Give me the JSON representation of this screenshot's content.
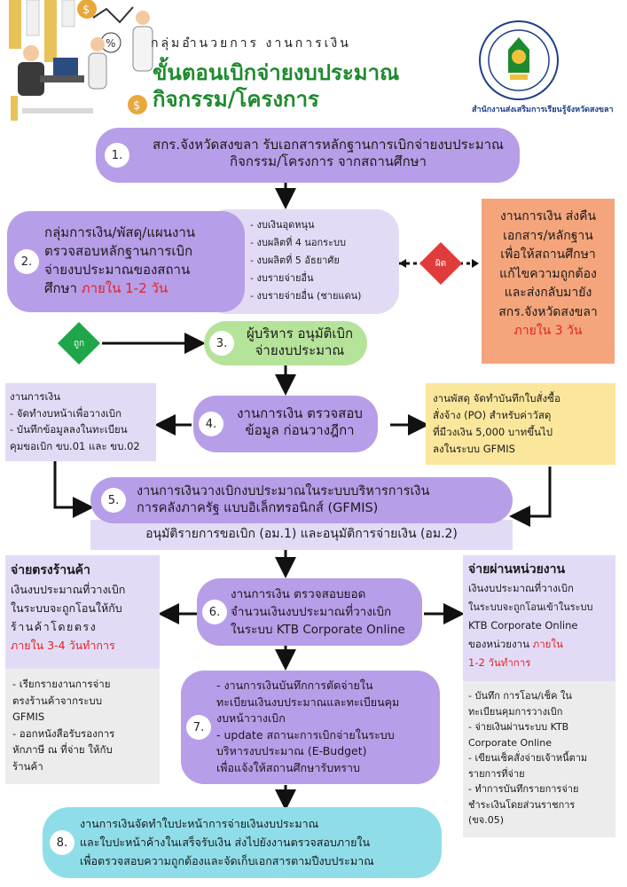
{
  "header": {
    "subtitle": "กลุ่มอำนวยการ งานการเงิน",
    "title_line1": "ขั้นตอนเบิกจ่ายงบประมาณ",
    "title_line2": "กิจกรรม/โครงการ",
    "org_name": "สำนักงานส่งเสริมการเรียนรู้จังหวัดสงขลา",
    "accent_color": "#1e8a2e"
  },
  "steps": {
    "s1": {
      "num": "1.",
      "line1": "สกร.จังหวัดสงขลา รับเอกสารหลักฐานการเบิกจ่ายงบประมาณ",
      "line2": "กิจกรรม/โครงการ จากสถานศึกษา"
    },
    "s2": {
      "num": "2.",
      "line1": "กลุ่มการเงิน/พัสดุ/แผนงาน",
      "line2": "ตรวจสอบหลักฐานการเบิก",
      "line3": "จ่ายงบประมาณของสถาน",
      "line4_a": "ศึกษา ",
      "line4_red": "ภายใน 1-2 วัน",
      "budgets": [
        "- งบเงินอุดหนุน",
        "- งบผลิตที่ 4 นอกระบบ",
        "- งบผลิตที่ 5 อัธยาศัย",
        "- งบรายจ่ายอื่น",
        "- งบรายจ่ายอื่น (ชายแดน)"
      ]
    },
    "wrong": {
      "label": "ผิด",
      "line1": "งานการเงิน ส่งคืน",
      "line2": "เอกสาร/หลักฐาน",
      "line3": "เพื่อให้สถานศึกษา",
      "line4": "แก้ไขความถูกต้อง",
      "line5": "และส่งกลับมายัง",
      "line6": "สกร.จังหวัดสงขลา",
      "line7_red": "ภายใน 3 วัน"
    },
    "right": {
      "label": "ถูก"
    },
    "s3": {
      "num": "3.",
      "line1": "ผู้บริหาร อนุมัติเบิก",
      "line2": "จ่ายงบประมาณ"
    },
    "s4": {
      "num": "4.",
      "line1": "งานการเงิน ตรวจสอบ",
      "line2": "ข้อมูล ก่อนวางฎีกา",
      "left": [
        "งานการเงิน",
        "- จัดทำงบหน้าเพื่อวางเบิก",
        "- บันทึกข้อมูลลงในทะเบียน",
        "คุมขอเบิก ขบ.01 และ ขบ.02"
      ],
      "right": [
        "งานพัสดุ จัดทำบันทึกใบสั่งซื้อ",
        "สั่งจ้าง (PO) สำหรับค่าวัสดุ",
        "ที่มีวงเงิน 5,000 บาทขึ้นไป",
        "ลงในระบบ GFMIS"
      ]
    },
    "s5": {
      "num": "5.",
      "line1": "งานการเงินวางเบิกงบประมาณในระบบบริหารการเงิน",
      "line2": "การคลังภาครัฐ แบบอิเล็กทรอนิกส์ (GFMIS)",
      "line3": "อนุมัติรายการขอเบิก (อม.1) และอนุมัติการจ่ายเงิน (อม.2)"
    },
    "s6": {
      "num": "6.",
      "line1": "งานการเงิน ตรวจสอบยอด",
      "line2": "จำนวนเงินงบประมาณที่วางเบิก",
      "line3": "ในระบบ  KTB Corporate Online",
      "left_title": "จ่ายตรงร้านค้า",
      "left": [
        "เงินงบประมาณที่วางเบิก",
        "ในระบบจะถูกโอนให้กับ",
        "ร้านค้าโดยตรง"
      ],
      "left_red": "ภายใน 3-4 วันทำการ",
      "left_notes": [
        "- เรียกรายงานการจ่าย",
        "ตรงร้านค้าจากระบบ",
        "GFMIS",
        "- ออกหนังสือรับรองการ",
        "หักภาษี ณ ที่จ่าย ให้กับ",
        "ร้านค้า"
      ],
      "right_title": "จ่ายผ่านหน่วยงาน",
      "right": [
        "เงินงบประมาณที่วางเบิก",
        "ในระบบจะถูกโอนเข้าในระบบ",
        "KTB Corporate Online"
      ],
      "right_line4_a": "ของหน่วยงาน ",
      "right_line4_red": "ภายใน",
      "right_red": "1-2 วันทำการ",
      "right_notes": [
        "- บันทึก การโอน/เช็ค ใน",
        "ทะเบียนคุมการวางเบิก",
        "- จ่ายเงินผ่านระบบ KTB",
        "Corporate Online",
        "- เขียนเช็คสั่งจ่ายเจ้าหนี้ตาม",
        "รายการที่จ่าย",
        "- ทำการบันทึกรายการจ่าย",
        "ชำระเงินโดยส่วนราชการ",
        "(ขจ.05)"
      ]
    },
    "s7": {
      "num": "7.",
      "lines": [
        "- งานการเงินบันทึกการตัดจ่ายใน",
        "ทะเบียนเงินงบประมาณและทะเบียนคุม",
        "งบหน้าวางเบิก",
        "- update สถานะการเบิกจ่ายในระบบ",
        "บริหารงบประมาณ (E-Budget)",
        "เพื่อแจ้งให้สถานศึกษารับทราบ"
      ]
    },
    "s8": {
      "num": "8.",
      "line1": "งานการเงินจัดทำใบปะหน้าการจ่ายเงินงบประมาณ",
      "line2": "และใบปะหน้าค้างในเสร็จรับเงิน ส่งไปยังงานตรวจสอบภายใน",
      "line3": "เพื่อตรวจสอบความถูกต้องและจัดเก็บเอกสารตามปีงบประมาณ"
    }
  },
  "colors": {
    "purple": "#b79ee8",
    "light_purple": "#e3dbf6",
    "green_box": "#b6e39a",
    "cyan": "#8fdde9",
    "salmon": "#f4a57c",
    "yellow": "#fbe79b",
    "diamond_right": "#1fa64a",
    "diamond_wrong": "#e23b3b",
    "red_text": "#e02424"
  }
}
